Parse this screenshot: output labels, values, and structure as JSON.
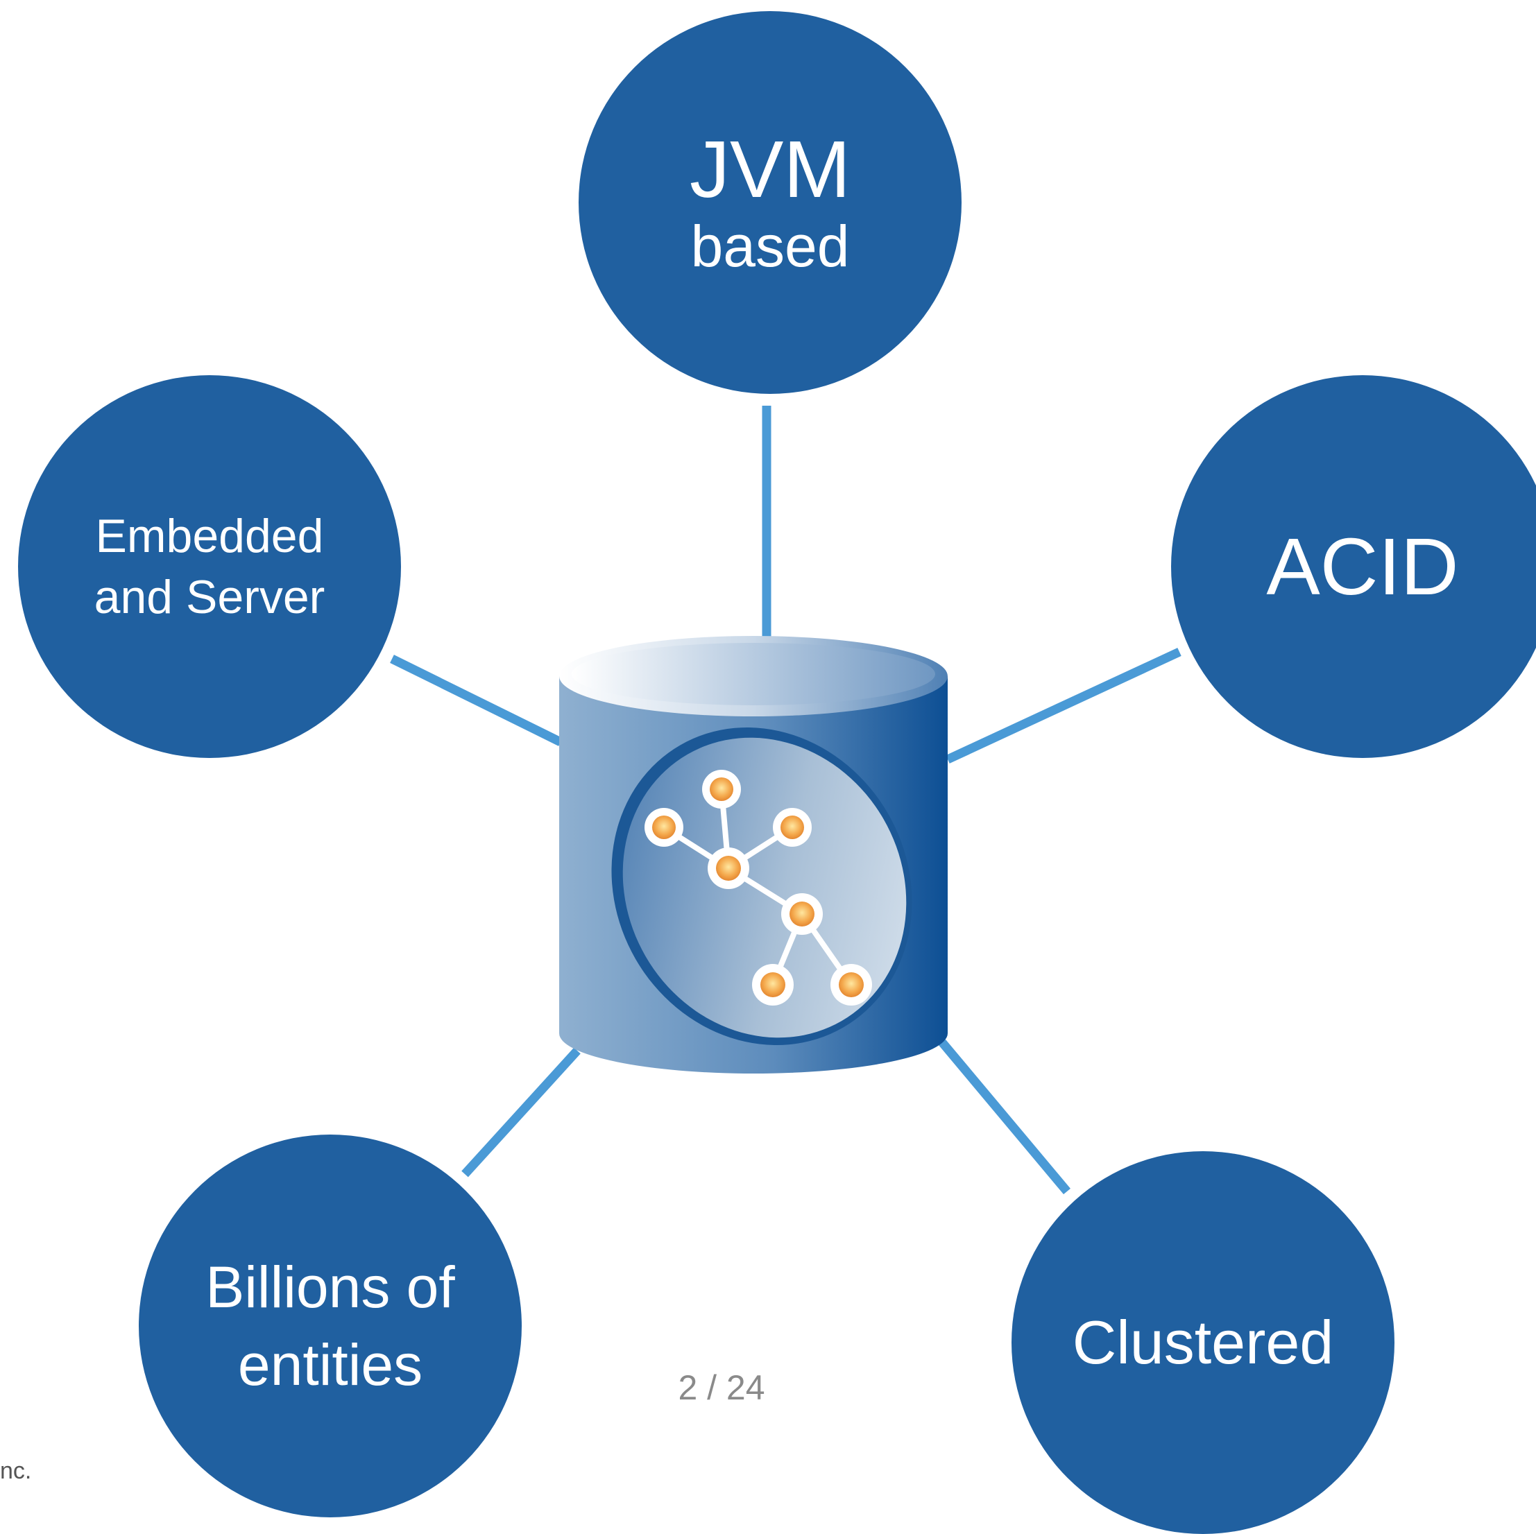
{
  "colors": {
    "circle_fill": "#2060a0",
    "connector": "#4a9ad6",
    "node_fill": "#f0a848",
    "page_bg": "#ffffff"
  },
  "center_icon": "graph-database-cylinder-icon",
  "features": {
    "jvm": {
      "line1": "JVM",
      "line2": "based"
    },
    "embedded": {
      "line1": "Embedded",
      "line2": "and Server"
    },
    "acid": {
      "line1": "ACID"
    },
    "billions": {
      "line1": "Billions of",
      "line2": "entities"
    },
    "clustered": {
      "line1": "Clustered"
    }
  },
  "page_counter": "2 / 24",
  "footer_fragment": "nc."
}
